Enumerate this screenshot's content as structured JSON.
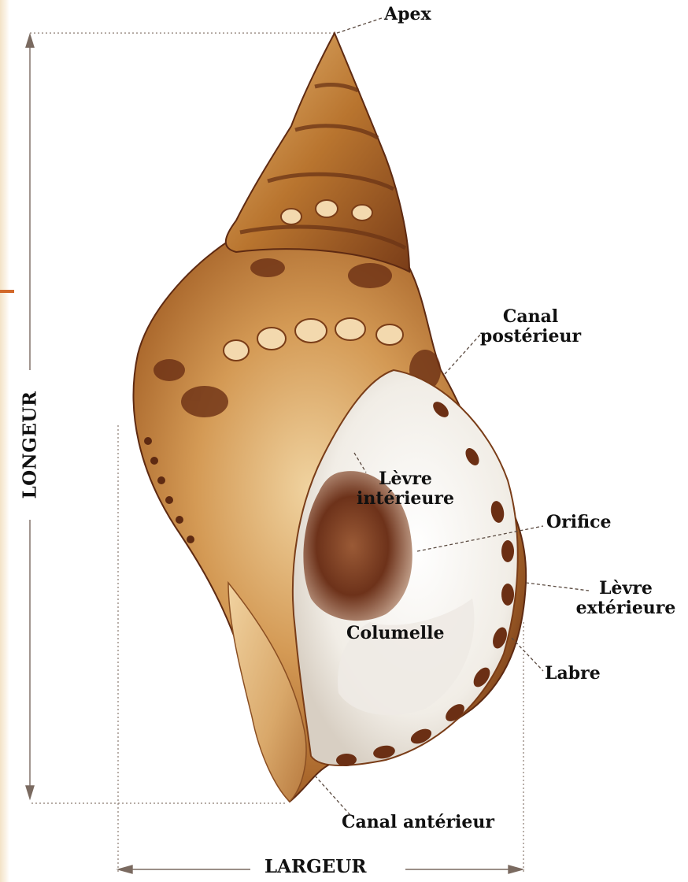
{
  "labels": {
    "apex": "Apex",
    "canal_posterieur_1": "Canal",
    "canal_posterieur_2": "postérieur",
    "levre_interieure_1": "Lèvre",
    "levre_interieure_2": "intérieure",
    "orifice": "Orifice",
    "levre_exterieure_1": "Lèvre",
    "levre_exterieure_2": "extérieure",
    "columelle": "Columelle",
    "labre": "Labre",
    "canal_anterieur": "Canal antérieur",
    "longeur": "LONGEUR",
    "largeur": "LARGEUR"
  },
  "colors": {
    "shell_dark": "#5e2a12",
    "shell_mid": "#b5722d",
    "shell_light": "#e8c48b",
    "aperture_white": "#f4f1ec",
    "aperture_shadow": "#6b3a22",
    "guide_line": "#8a7a70",
    "accent": "#d2692a"
  }
}
